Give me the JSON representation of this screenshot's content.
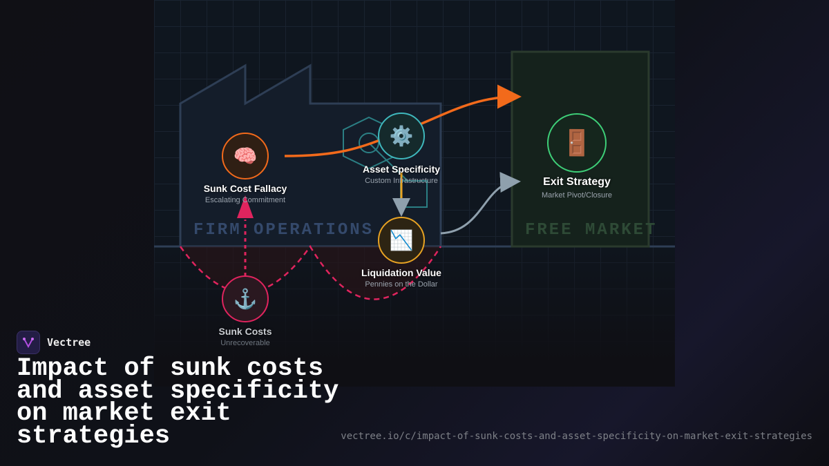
{
  "brand": {
    "name": "Vectree"
  },
  "title": "Impact of sunk costs and asset specificity on market exit strategies",
  "url": "vectree.io/c/impact-of-sunk-costs-and-asset-specificity-on-market-exit-strategies",
  "zones": {
    "firm": "FIRM OPERATIONS",
    "market": "FREE MARKET"
  },
  "nodes": [
    {
      "title": "Sunk Cost Fallacy",
      "subtitle": "Escalating Commitment",
      "icon": "brain-icon",
      "glyph": "🧠",
      "color": "#f26a1b"
    },
    {
      "title": "Asset Specificity",
      "subtitle": "Custom Infrastructure",
      "icon": "gear-icon",
      "glyph": "⚙️",
      "color": "#3fb8bd"
    },
    {
      "title": "Liquidation Value",
      "subtitle": "Pennies on the Dollar",
      "icon": "chart-decreasing-icon",
      "glyph": "📉",
      "color": "#e8a323"
    },
    {
      "title": "Sunk Costs",
      "subtitle": "Unrecoverable",
      "icon": "anchor-icon",
      "glyph": "⚓",
      "color": "#e0245e"
    },
    {
      "title": "Exit Strategy",
      "subtitle": "Market Pivot/Closure",
      "icon": "door-icon",
      "glyph": "🚪",
      "color": "#3ecf78"
    }
  ]
}
